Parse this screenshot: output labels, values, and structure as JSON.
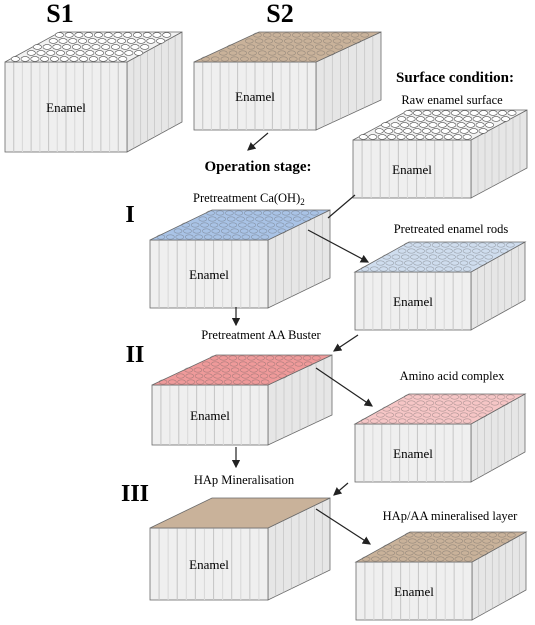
{
  "headers": {
    "s1": "S1",
    "s2": "S2"
  },
  "sections": {
    "surface_condition": "Surface condition:",
    "operation_stage": "Operation stage:"
  },
  "stages": {
    "i": "I",
    "ii": "II",
    "iii": "III"
  },
  "captions": {
    "raw": "Raw enamel surface",
    "pretreat_caoh": "Pretreatment Ca(OH)",
    "pretreat_caoh_sub": "2",
    "pretreated_rods": "Pretreated enamel rods",
    "pretreat_aa": "Pretreatment AA Buster",
    "amino_complex": "Amino acid complex",
    "hap_min": "HAp Mineralisation",
    "hap_layer": "HAp/AA mineralised layer"
  },
  "block_label": "Enamel",
  "colors": {
    "plain": "#f2f2f2",
    "tan": "#c9b29a",
    "blue": "#a9c3e6",
    "pink": "#ef9a9a",
    "pale_blue": "#cfddee",
    "pale_pink": "#f6c6c6",
    "side": "#e6e6e6",
    "front": "#efefef",
    "stroke": "#6a6a6a"
  }
}
